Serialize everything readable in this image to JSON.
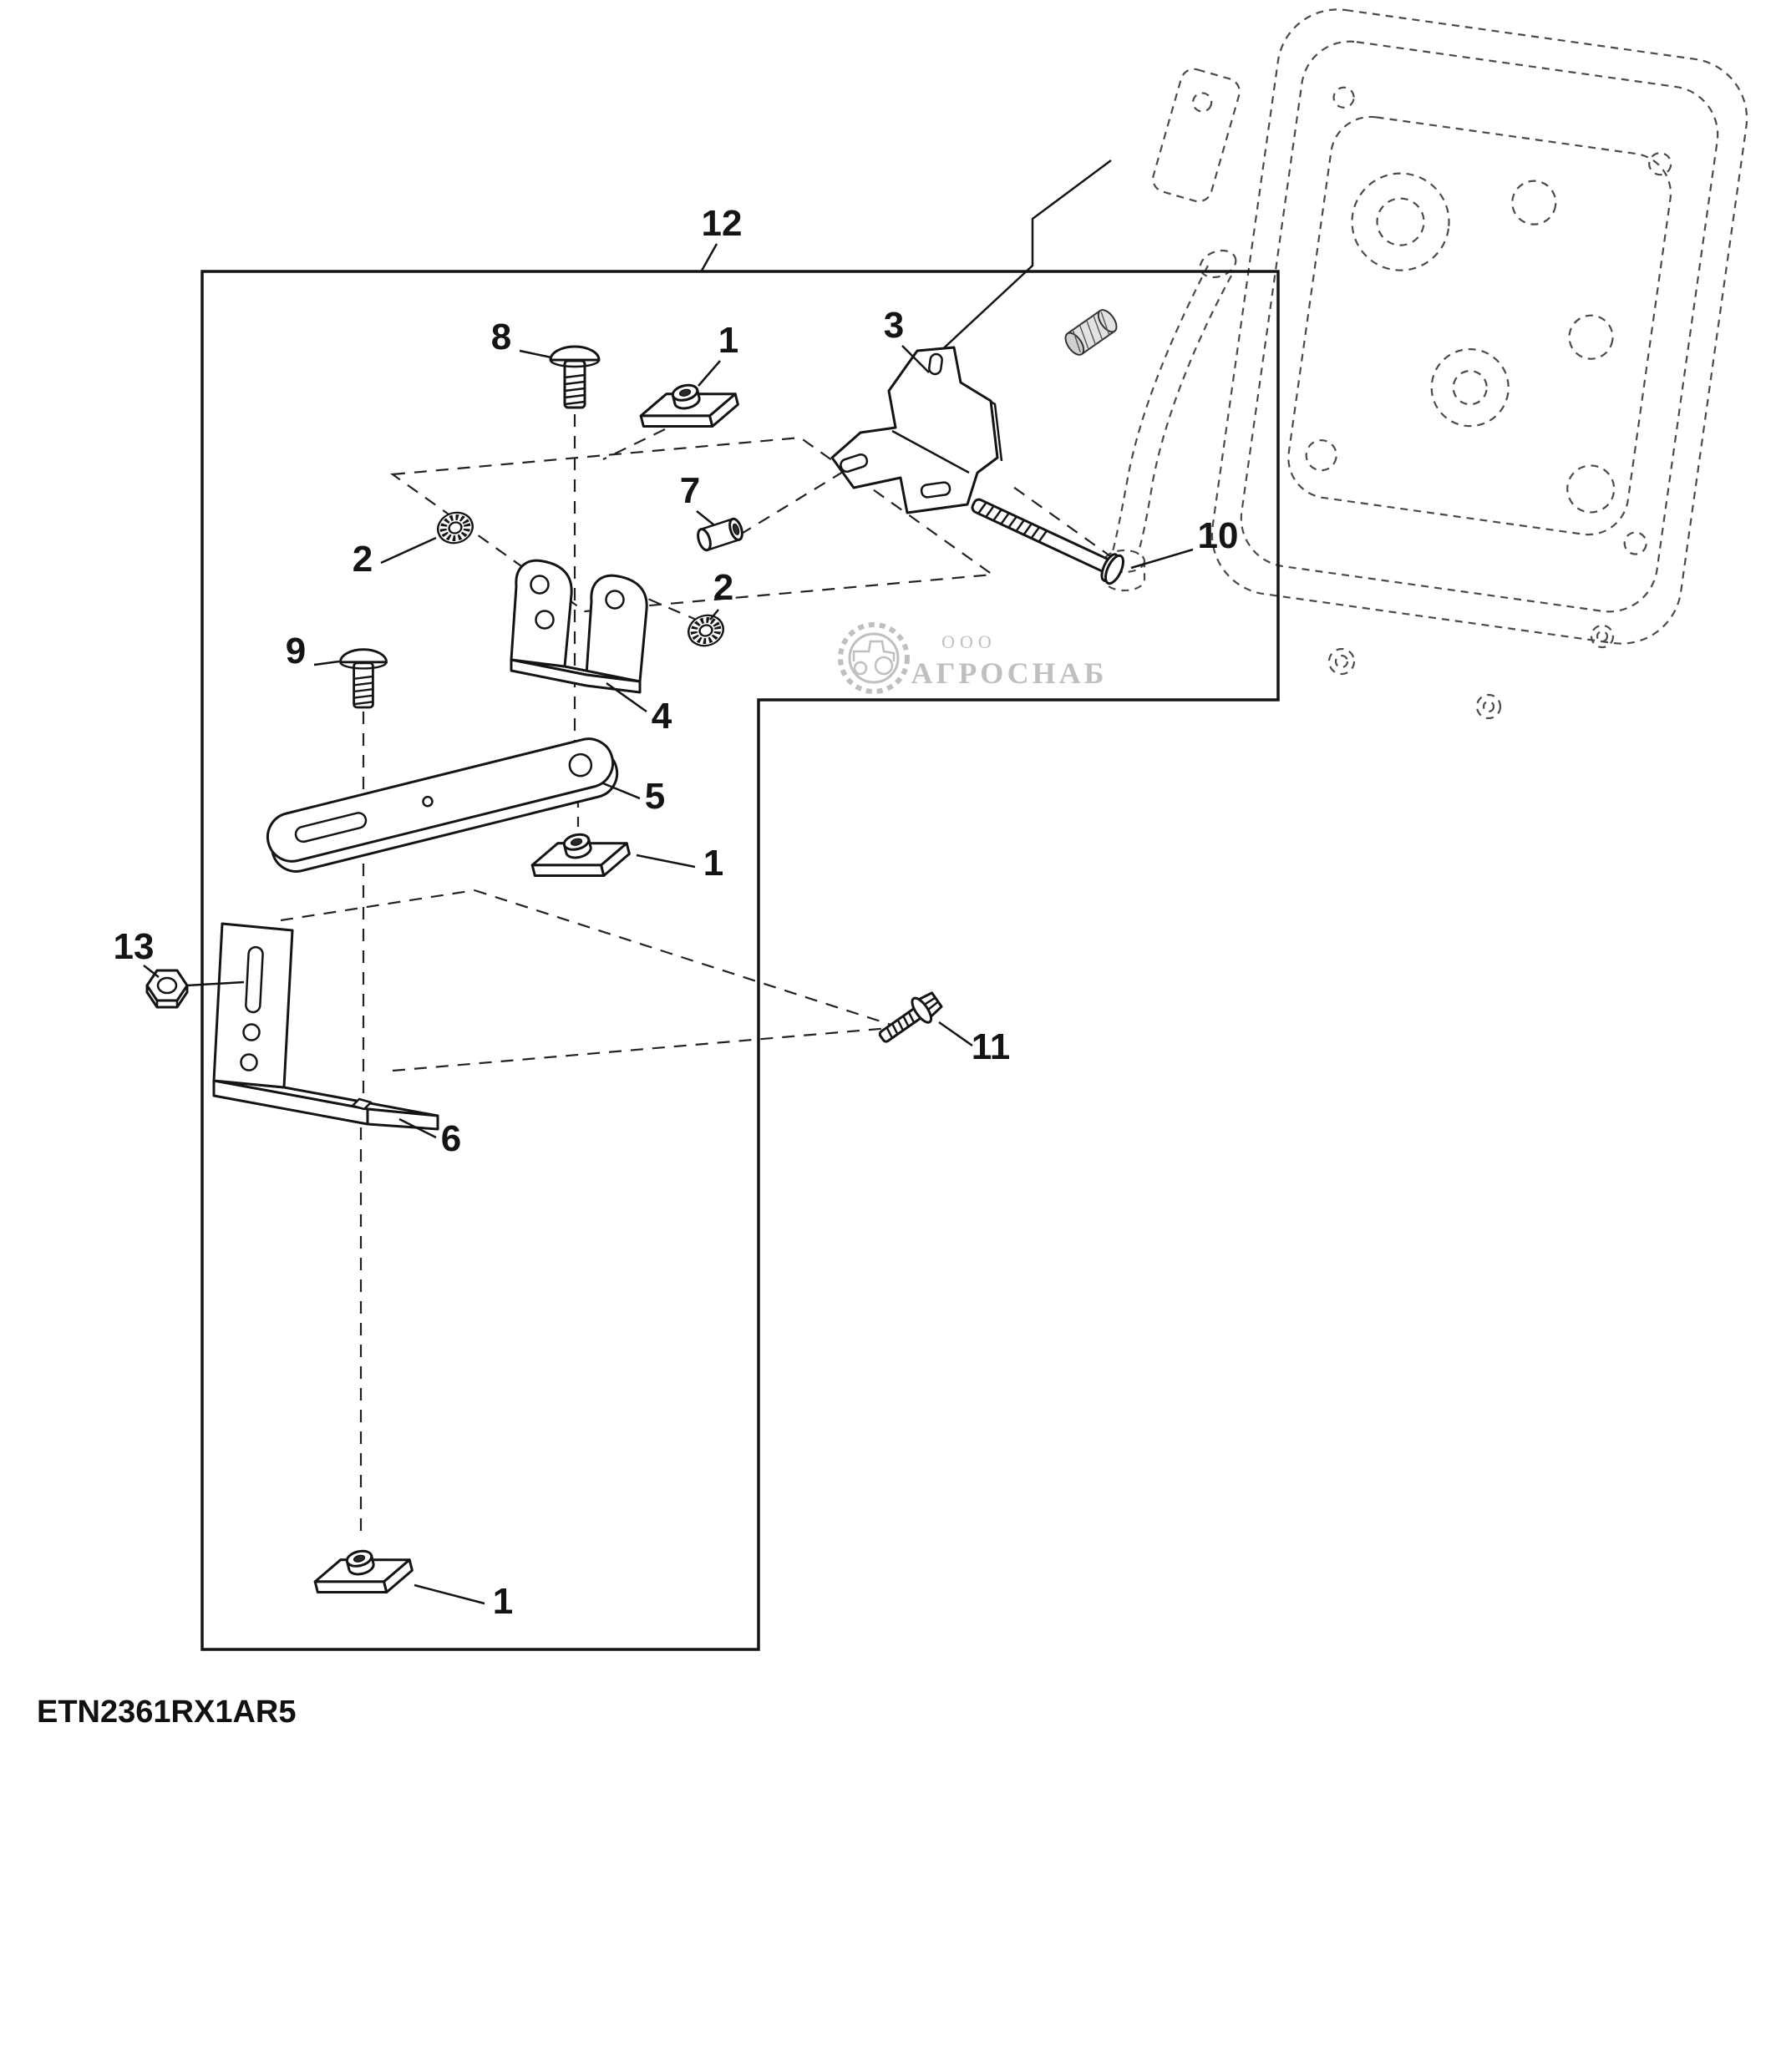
{
  "diagram": {
    "drawing_code": "ETN2361RX1AR5",
    "watermark": {
      "org_prefix": "ООО",
      "org_name": "АГРОСНАБ"
    },
    "callouts": [
      {
        "ref": "12",
        "text": "12"
      },
      {
        "ref": "8",
        "text": "8"
      },
      {
        "ref": "1-top",
        "text": "1"
      },
      {
        "ref": "3",
        "text": "3"
      },
      {
        "ref": "10",
        "text": "10"
      },
      {
        "ref": "7",
        "text": "7"
      },
      {
        "ref": "2-left",
        "text": "2"
      },
      {
        "ref": "2-right",
        "text": "2"
      },
      {
        "ref": "4",
        "text": "4"
      },
      {
        "ref": "9",
        "text": "9"
      },
      {
        "ref": "5",
        "text": "5"
      },
      {
        "ref": "1-middle",
        "text": "1"
      },
      {
        "ref": "6",
        "text": "6"
      },
      {
        "ref": "13",
        "text": "13"
      },
      {
        "ref": "11",
        "text": "11"
      },
      {
        "ref": "1-bottom",
        "text": "1"
      }
    ]
  }
}
